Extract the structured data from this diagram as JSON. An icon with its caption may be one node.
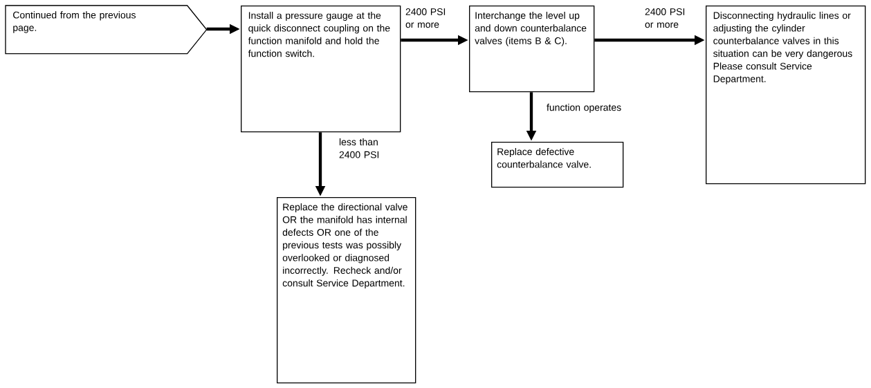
{
  "diagram": {
    "nodes": [
      {
        "text": [
          "Continued from the previous page."
        ]
      },
      {
        "text": [
          "Install a pressure gauge at the quick disconnect coupling on the function manifold and hold the function switch."
        ]
      },
      {
        "text": [
          "Interchange the level up and down counterbalance valves (items B & C)."
        ]
      },
      {
        "text": [
          "Disconnecting hydraulic lines or adjusting the cylinder counterbalance valves in this situation can be very dangerous Please consult Service Department."
        ]
      },
      {
        "text": [
          "Replace defective counterbalance valve."
        ]
      },
      {
        "text": [
          "Replace the directional valve OR the manifold has internal defects OR one of the previous tests was possibly overlooked or diagnosed incorrectly. Recheck and/or consult Service Department."
        ]
      }
    ],
    "edges": [
      {
        "from": 0,
        "to": 1,
        "arrow": "to"
      },
      {
        "from": 1,
        "to": 2,
        "arrow": "to",
        "label": "2400 PSI or more"
      },
      {
        "from": 2,
        "to": 3,
        "arrow": "to",
        "label": "2400 PSI or more"
      },
      {
        "from": 2,
        "to": 4,
        "arrow": "to",
        "label": "function operates"
      },
      {
        "from": 1,
        "to": 5,
        "arrow": "to",
        "label": "less than 2400 PSI"
      }
    ]
  }
}
